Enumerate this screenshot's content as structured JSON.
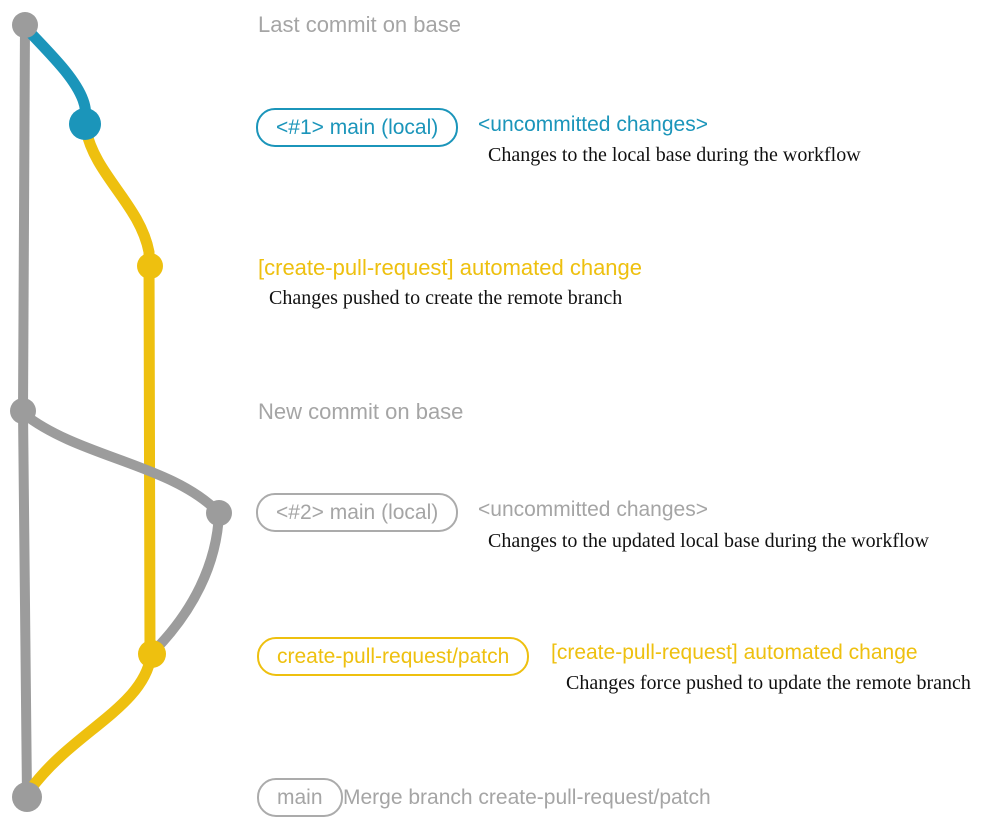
{
  "colors": {
    "gray": "#9c9c9c",
    "gray-light": "#ababab",
    "gray-text": "#a5a5a5",
    "blue": "#1b95ba",
    "yellow": "#eec00f",
    "caption": "#111111"
  },
  "graph": {
    "nodes": [
      {
        "id": "base-commit-1",
        "color": "gray",
        "label": "Last commit on base"
      },
      {
        "id": "local-main-1",
        "color": "blue",
        "label": "<#1> main (local)"
      },
      {
        "id": "remote-branch-commit-1",
        "color": "yellow",
        "label": "[create-pull-request] automated change"
      },
      {
        "id": "base-commit-2",
        "color": "gray",
        "label": "New commit on base"
      },
      {
        "id": "local-main-2",
        "color": "gray",
        "label": "<#2> main (local)"
      },
      {
        "id": "remote-branch-commit-2",
        "color": "yellow",
        "label": "create-pull-request/patch"
      },
      {
        "id": "merge-commit",
        "color": "gray",
        "label": "Merge branch create-pull-request/patch"
      }
    ]
  },
  "annotations": {
    "header1": "Last commit on base",
    "row1": {
      "badge": "<#1> main (local)",
      "title": "<uncommitted changes>",
      "caption": "Changes to the local base during the workflow"
    },
    "row2": {
      "title": "[create-pull-request] automated change",
      "caption": "Changes pushed to create the remote branch"
    },
    "header2": "New commit on base",
    "row3": {
      "badge": "<#2> main (local)",
      "title": "<uncommitted changes>",
      "caption": "Changes to the updated local base during the workflow"
    },
    "row4": {
      "badge": "create-pull-request/patch",
      "title": "[create-pull-request] automated change",
      "caption": "Changes force pushed to update the remote branch"
    },
    "row5": {
      "badge": "main",
      "title": "Merge branch create-pull-request/patch"
    }
  }
}
